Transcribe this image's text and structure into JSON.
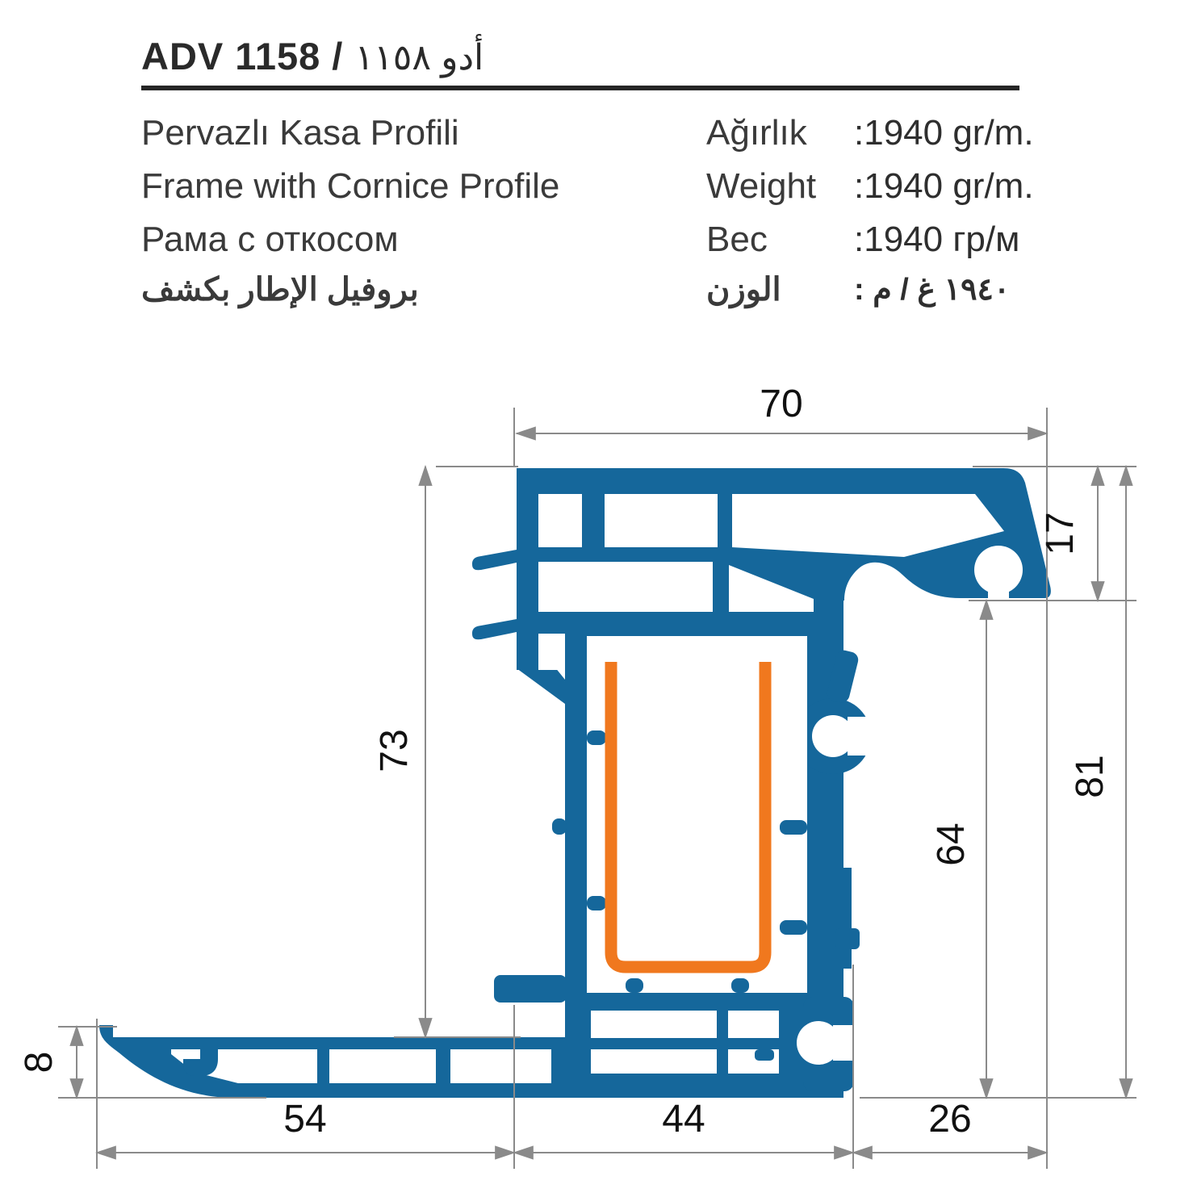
{
  "header": {
    "title_latin": "ADV 1158 /",
    "title_arabic": "أدو ١١٥٨"
  },
  "product": {
    "names": [
      {
        "lang": "tr",
        "text": "Pervazlı Kasa Profili"
      },
      {
        "lang": "en",
        "text": "Frame with Cornice Profile"
      },
      {
        "lang": "ru",
        "text": "Рама с откосом"
      },
      {
        "lang": "ar",
        "text": "بروفيل الإطار بكشف"
      }
    ]
  },
  "specs": {
    "rows": [
      {
        "lang": "tr",
        "label": "Ağırlık",
        "value": ":1940 gr/m."
      },
      {
        "lang": "en",
        "label": "Weight",
        "value": ":1940 gr/m."
      },
      {
        "lang": "ru",
        "label": "Вес",
        "value": ":1940 гр/м"
      },
      {
        "lang": "ar",
        "label": "الوزن",
        "value": "١٩٤٠ غ / م :"
      }
    ]
  },
  "drawing": {
    "units": "mm",
    "dims": {
      "top_width": "70",
      "corner_height": "17",
      "total_height": "81",
      "inner_height": "64",
      "body_height": "73",
      "cornice_thickness": "8",
      "bottom_left_width": "54",
      "bottom_middle_width": "44",
      "bottom_right_width": "26"
    },
    "colors": {
      "profile_blue": "#15679B",
      "steel_orange": "#F0781E",
      "dimension_gray": "#8A8A8A",
      "label_black": "#111111"
    }
  }
}
